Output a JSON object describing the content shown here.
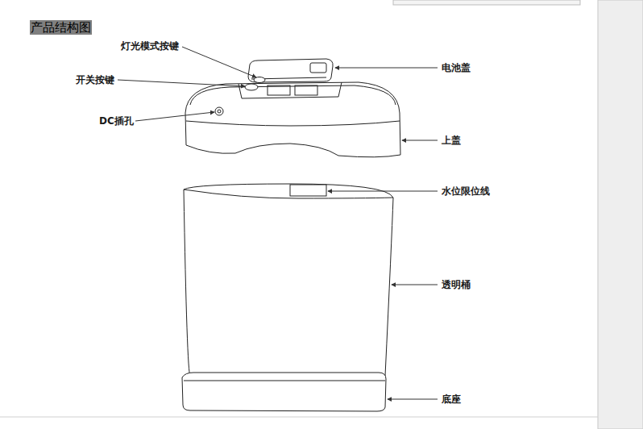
{
  "diagram": {
    "title": "产品结构图",
    "labels": [
      "灯光模式按键",
      "开关按键",
      "DC插孔",
      "电池盖",
      "上盖",
      "水位限位线",
      "透明桶",
      "底座"
    ]
  }
}
